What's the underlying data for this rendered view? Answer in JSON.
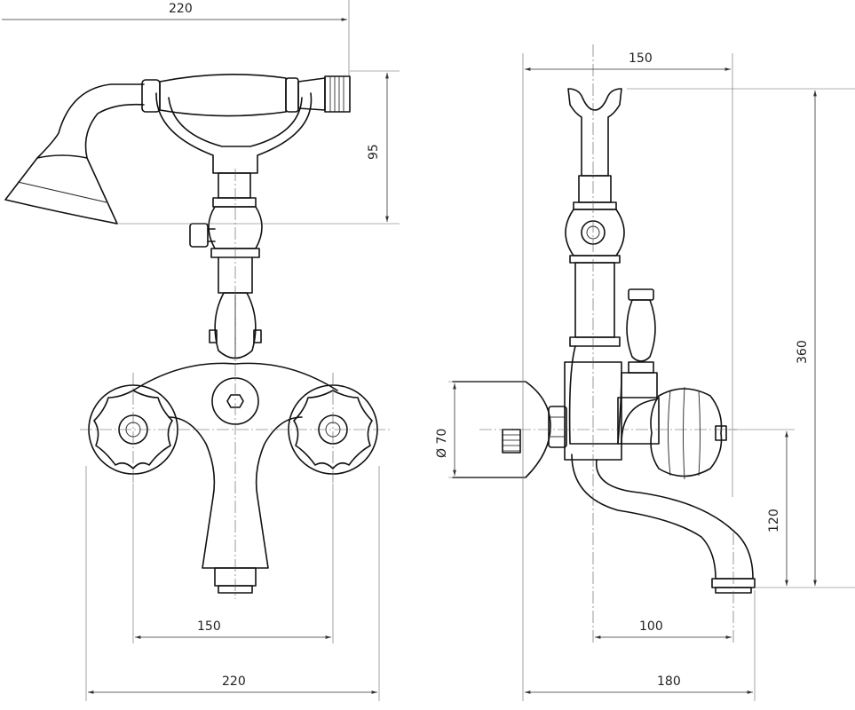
{
  "dimensions": {
    "front_top_width": "220",
    "handshower_height": "95",
    "front_center_spacing": "150",
    "front_bottom_width": "220",
    "side_rail_width": "150",
    "side_total_height": "360",
    "side_diameter": "Ø 70",
    "side_spout_height": "120",
    "side_spout_reach": "100",
    "side_total_depth": "180"
  },
  "colors": {
    "line": "#111111",
    "background": "#ffffff"
  }
}
